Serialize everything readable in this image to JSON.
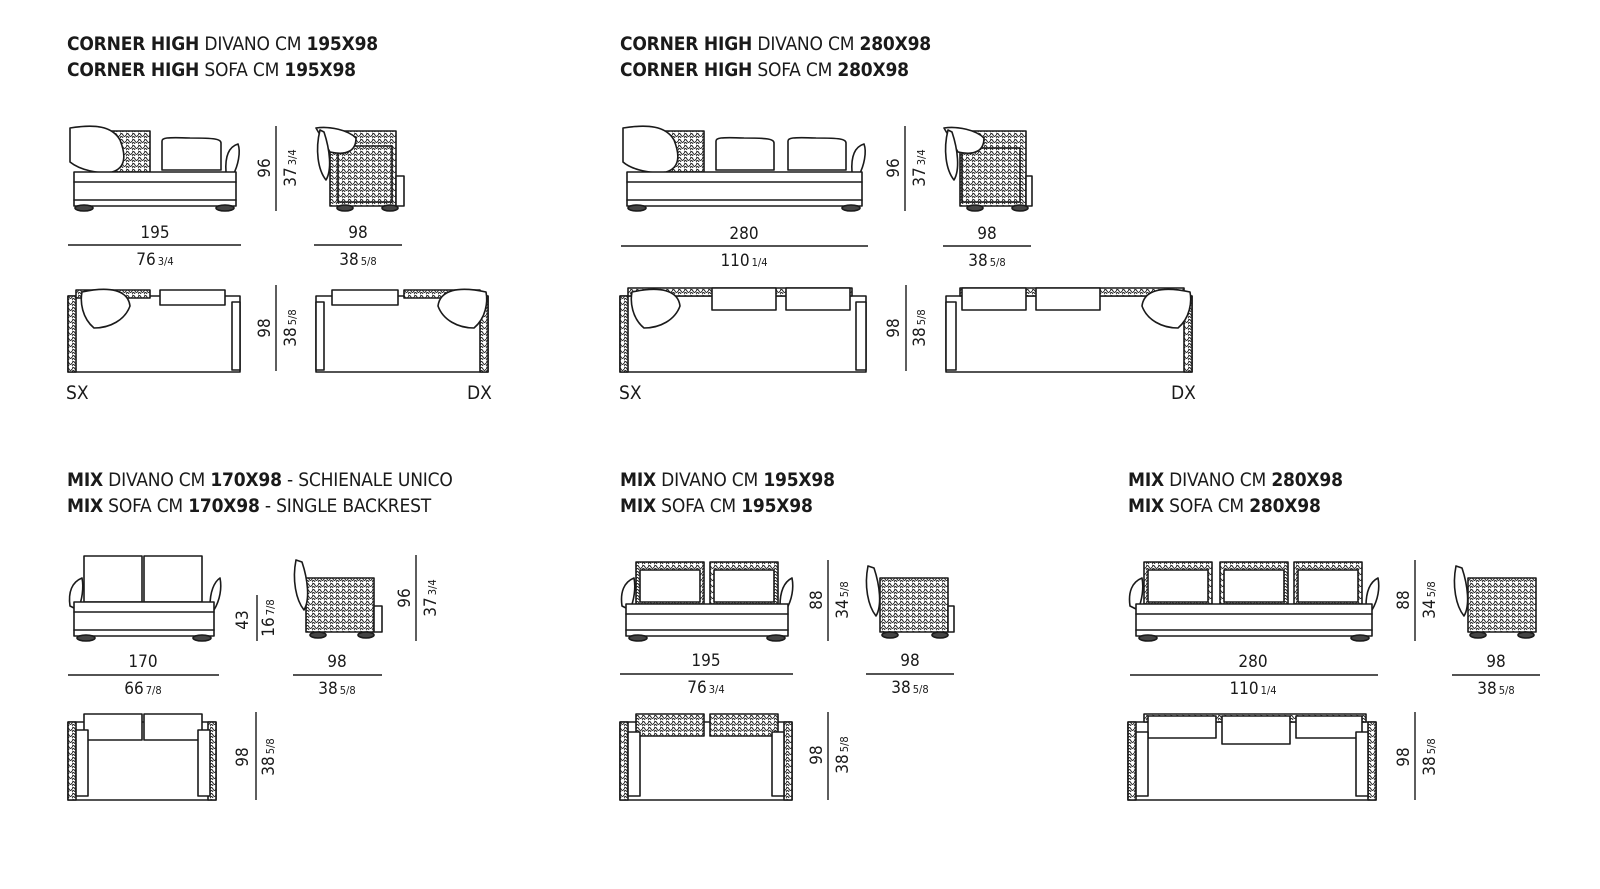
{
  "sections": [
    {
      "id": "corner195",
      "line1": {
        "bold": "CORNER HIGH",
        "plain": " DIVANO CM ",
        "bold2": "195X98",
        "tail": ""
      },
      "line2": {
        "bold": "CORNER HIGH",
        "plain": " SOFA CM ",
        "bold2": "195X98",
        "tail": ""
      },
      "front_w": "195",
      "front_w_in": "76",
      "front_w_in_frac": "3/4",
      "side_w": "98",
      "side_w_in": "38",
      "side_w_in_frac": "5/8",
      "height": "96",
      "height_in": "37",
      "height_in_frac": "3/4",
      "depth": "98",
      "depth_in": "38",
      "depth_in_frac": "5/8",
      "left_label": "SX",
      "right_label": "DX"
    },
    {
      "id": "corner280",
      "line1": {
        "bold": "CORNER HIGH",
        "plain": " DIVANO CM ",
        "bold2": "280X98",
        "tail": ""
      },
      "line2": {
        "bold": "CORNER HIGH",
        "plain": " SOFA CM ",
        "bold2": "280X98",
        "tail": ""
      },
      "front_w": "280",
      "front_w_in": "110",
      "front_w_in_frac": "1/4",
      "side_w": "98",
      "side_w_in": "38",
      "side_w_in_frac": "5/8",
      "height": "96",
      "height_in": "37",
      "height_in_frac": "3/4",
      "depth": "98",
      "depth_in": "38",
      "depth_in_frac": "5/8",
      "left_label": "SX",
      "right_label": "DX"
    },
    {
      "id": "mix170",
      "line1": {
        "bold": "MIX",
        "plain": " DIVANO CM ",
        "bold2": "170X98",
        "tail": " - SCHIENALE UNICO"
      },
      "line2": {
        "bold": "MIX",
        "plain": " SOFA CM ",
        "bold2": "170X98",
        "tail": " - SINGLE BACKREST"
      },
      "front_w": "170",
      "front_w_in": "66",
      "front_w_in_frac": "7/8",
      "side_w": "98",
      "side_w_in": "38",
      "side_w_in_frac": "5/8",
      "seat_h": "43",
      "seat_h_in": "16",
      "seat_h_in_frac": "7/8",
      "height": "96",
      "height_in": "37",
      "height_in_frac": "3/4",
      "depth": "98",
      "depth_in": "38",
      "depth_in_frac": "5/8"
    },
    {
      "id": "mix195",
      "line1": {
        "bold": "MIX",
        "plain": " DIVANO CM ",
        "bold2": "195X98",
        "tail": ""
      },
      "line2": {
        "bold": "MIX",
        "plain": " SOFA CM ",
        "bold2": "195X98",
        "tail": ""
      },
      "front_w": "195",
      "front_w_in": "76",
      "front_w_in_frac": "3/4",
      "side_w": "98",
      "side_w_in": "38",
      "side_w_in_frac": "5/8",
      "height": "88",
      "height_in": "34",
      "height_in_frac": "5/8",
      "depth": "98",
      "depth_in": "38",
      "depth_in_frac": "5/8"
    },
    {
      "id": "mix280",
      "line1": {
        "bold": "MIX",
        "plain": " DIVANO CM ",
        "bold2": "280X98",
        "tail": ""
      },
      "line2": {
        "bold": "MIX",
        "plain": " SOFA CM ",
        "bold2": "280X98",
        "tail": ""
      },
      "front_w": "280",
      "front_w_in": "110",
      "front_w_in_frac": "1/4",
      "side_w": "98",
      "side_w_in": "38",
      "side_w_in_frac": "5/8",
      "height": "88",
      "height_in": "34",
      "height_in_frac": "5/8",
      "depth": "98",
      "depth_in": "38",
      "depth_in_frac": "5/8"
    }
  ]
}
